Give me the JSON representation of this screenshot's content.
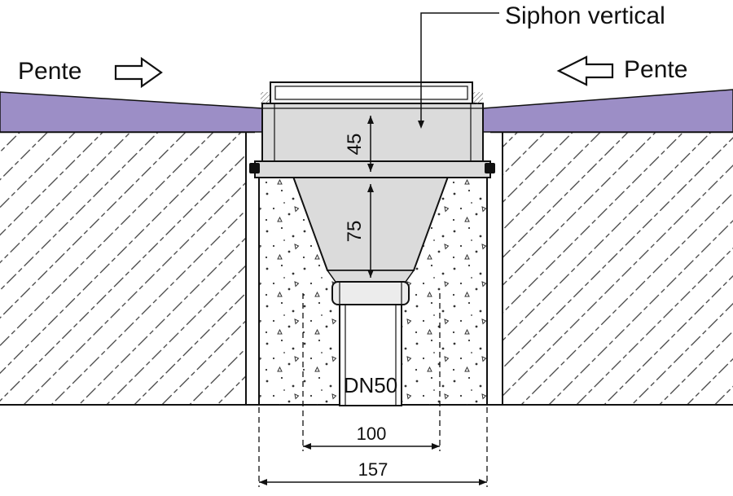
{
  "drawing": {
    "title_label": "Siphon vertical",
    "slope_left_label": "Pente",
    "slope_right_label": "Pente",
    "pipe_label": "DN50"
  },
  "dimensions": {
    "grate_height_mm": "45",
    "body_height_mm": "75",
    "inner_width_mm": "100",
    "outer_width_mm": "157"
  },
  "colors": {
    "floor_purple": "#9C8EC6",
    "drain_gray": "#DBDBDB",
    "drain_gray_light": "#ECECEC",
    "line": "#111111",
    "background": "#FFFFFF"
  }
}
